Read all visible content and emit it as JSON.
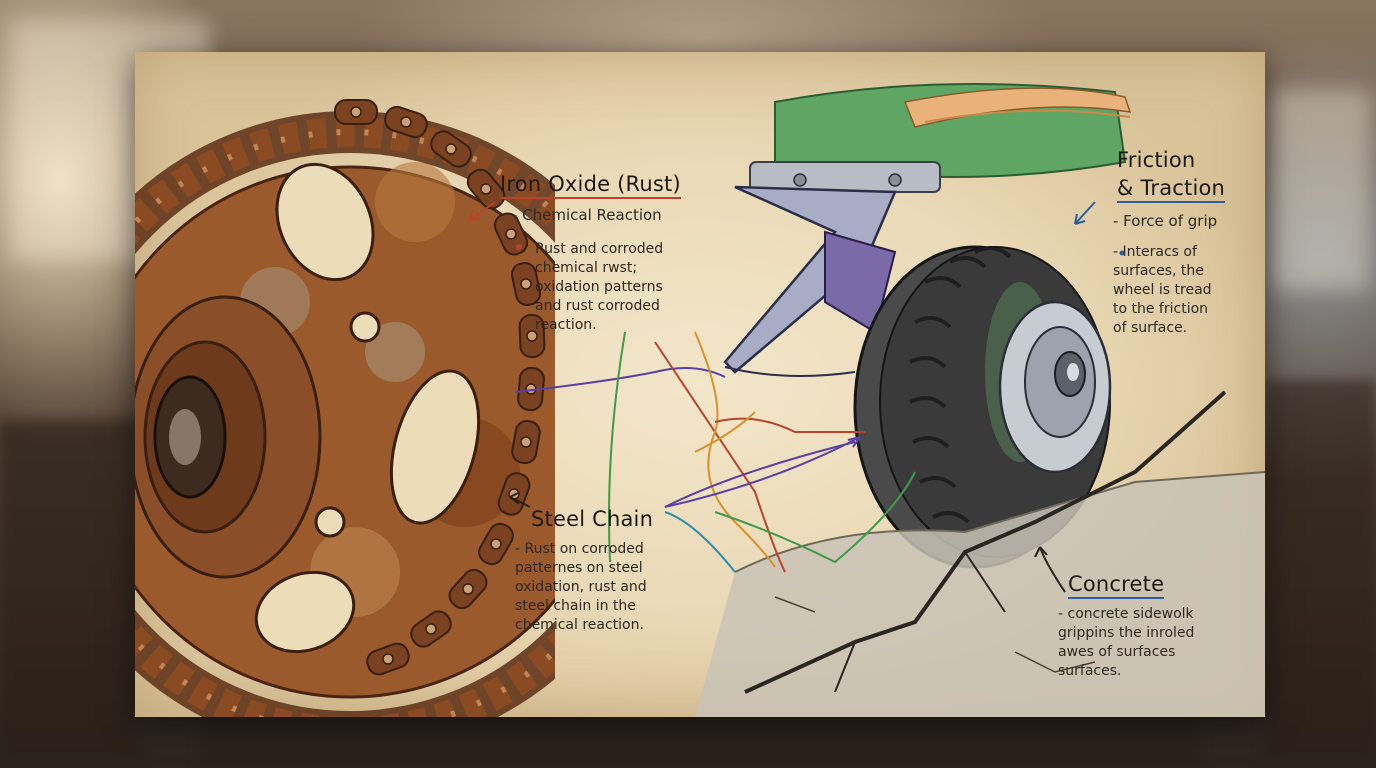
{
  "annotations": {
    "iron_oxide": {
      "title": "Iron Oxide (Rust)",
      "subtitle": "- Chemical Reaction",
      "body": [
        "Rust and corroded",
        "chemical rwst;",
        "oxidation patterns",
        "and rust corroded",
        "reaction."
      ]
    },
    "steel_chain": {
      "title": "Steel Chain",
      "body": [
        "- Rust on corroded",
        "patternes on steel",
        "oxidation, rust and",
        "steel chain in the",
        "chemical reaction."
      ]
    },
    "friction": {
      "title_line1": "Friction",
      "title_line2": "& Traction",
      "subtitle": "- Force of grip",
      "body": [
        "- Interacs of",
        "surfaces, the",
        "wheel is tread",
        "to the friction",
        "of surface."
      ]
    },
    "concrete": {
      "title": "Concrete",
      "body": [
        "- concrete sidewolk",
        "grippins the inroled",
        "awes of surfaces",
        "surfaces."
      ]
    }
  },
  "colors": {
    "rust": "#8a4a22",
    "rust_dark": "#5c2e14",
    "ink": "#2a2118",
    "accent_red": "#b8442d",
    "accent_blue": "#2f5e9a",
    "line_purple": "#5b3fa8",
    "line_green": "#3f9a4a",
    "line_orange": "#d6932b",
    "line_teal": "#2b8fb0",
    "deck_green": "#4f9a55",
    "tire": "#3a3a3a",
    "concrete": "#c9c3b6"
  }
}
